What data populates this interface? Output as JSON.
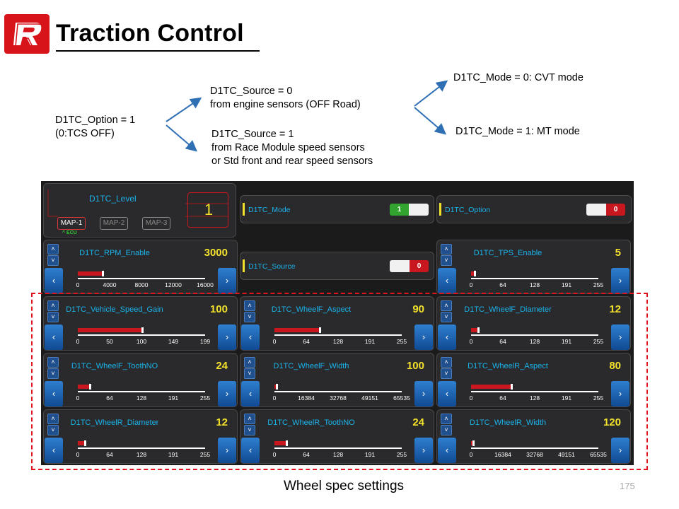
{
  "slide": {
    "title": "Traction Control",
    "caption": "Wheel spec settings",
    "page_number": "175",
    "accent_color": "#e0141e"
  },
  "notes": {
    "option": "D1TC_Option = 1\n(0:TCS OFF)",
    "source0": "D1TC_Source = 0\nfrom engine sensors (OFF Road)",
    "source1": "D1TC_Source = 1\nfrom Race Module speed sensors\nor Std front and rear speed sensors",
    "mode0": "D1TC_Mode = 0: CVT mode",
    "mode1": "D1TC_Mode = 1: MT mode"
  },
  "screen": {
    "level_panel": {
      "label": "D1TC_Level",
      "value": "1",
      "maps": [
        "MAP-1",
        "MAP-2",
        "MAP-3"
      ],
      "active_map": "MAP-1",
      "ecu_label": "ECU",
      "ecu_icon": "chevron-up-icon"
    },
    "toggles": [
      {
        "label": "D1TC_Mode",
        "value": "1",
        "state": "on"
      },
      {
        "label": "D1TC_Option",
        "value": "0",
        "state": "off"
      },
      {
        "label": "D1TC_Source",
        "value": "0",
        "state": "off"
      }
    ],
    "icons": {
      "up": "double-chevron-up-icon",
      "down": "double-chevron-down-icon",
      "prev": "chevron-left-icon",
      "next": "chevron-right-icon"
    },
    "params": [
      {
        "id": "rpm",
        "label": "D1TC_RPM_Enable",
        "value": "3000",
        "fraction": 0.1875,
        "ticks": [
          "0",
          "4000",
          "8000",
          "12000",
          "16000"
        ]
      },
      {
        "id": "tps",
        "label": "D1TC_TPS_Enable",
        "value": "5",
        "fraction": 0.02,
        "ticks": [
          "0",
          "64",
          "128",
          "191",
          "255"
        ]
      },
      {
        "id": "vsg",
        "label": "D1TC_Vehicle_Speed_Gain",
        "value": "100",
        "fraction": 0.5,
        "ticks": [
          "0",
          "50",
          "100",
          "149",
          "199"
        ]
      },
      {
        "id": "wfa",
        "label": "D1TC_WheelF_Aspect",
        "value": "90",
        "fraction": 0.35,
        "ticks": [
          "0",
          "64",
          "128",
          "191",
          "255"
        ]
      },
      {
        "id": "wfd",
        "label": "D1TC_WheelF_Diameter",
        "value": "12",
        "fraction": 0.05,
        "ticks": [
          "0",
          "64",
          "128",
          "191",
          "255"
        ]
      },
      {
        "id": "wft",
        "label": "D1TC_WheelF_ToothNO",
        "value": "24",
        "fraction": 0.09,
        "ticks": [
          "0",
          "64",
          "128",
          "191",
          "255"
        ]
      },
      {
        "id": "wfw",
        "label": "D1TC_WheelF_Width",
        "value": "100",
        "fraction": 0.0015,
        "ticks": [
          "0",
          "16384",
          "32768",
          "49151",
          "65535"
        ]
      },
      {
        "id": "wra",
        "label": "D1TC_WheelR_Aspect",
        "value": "80",
        "fraction": 0.31,
        "ticks": [
          "0",
          "64",
          "128",
          "191",
          "255"
        ]
      },
      {
        "id": "wrd",
        "label": "D1TC_WheelR_Diameter",
        "value": "12",
        "fraction": 0.05,
        "ticks": [
          "0",
          "64",
          "128",
          "191",
          "255"
        ]
      },
      {
        "id": "wrt",
        "label": "D1TC_WheelR_ToothNO",
        "value": "24",
        "fraction": 0.09,
        "ticks": [
          "0",
          "64",
          "128",
          "191",
          "255"
        ]
      },
      {
        "id": "wrw",
        "label": "D1TC_WheelR_Width",
        "value": "120",
        "fraction": 0.0018,
        "ticks": [
          "0",
          "16384",
          "32768",
          "49151",
          "65535"
        ]
      }
    ]
  }
}
